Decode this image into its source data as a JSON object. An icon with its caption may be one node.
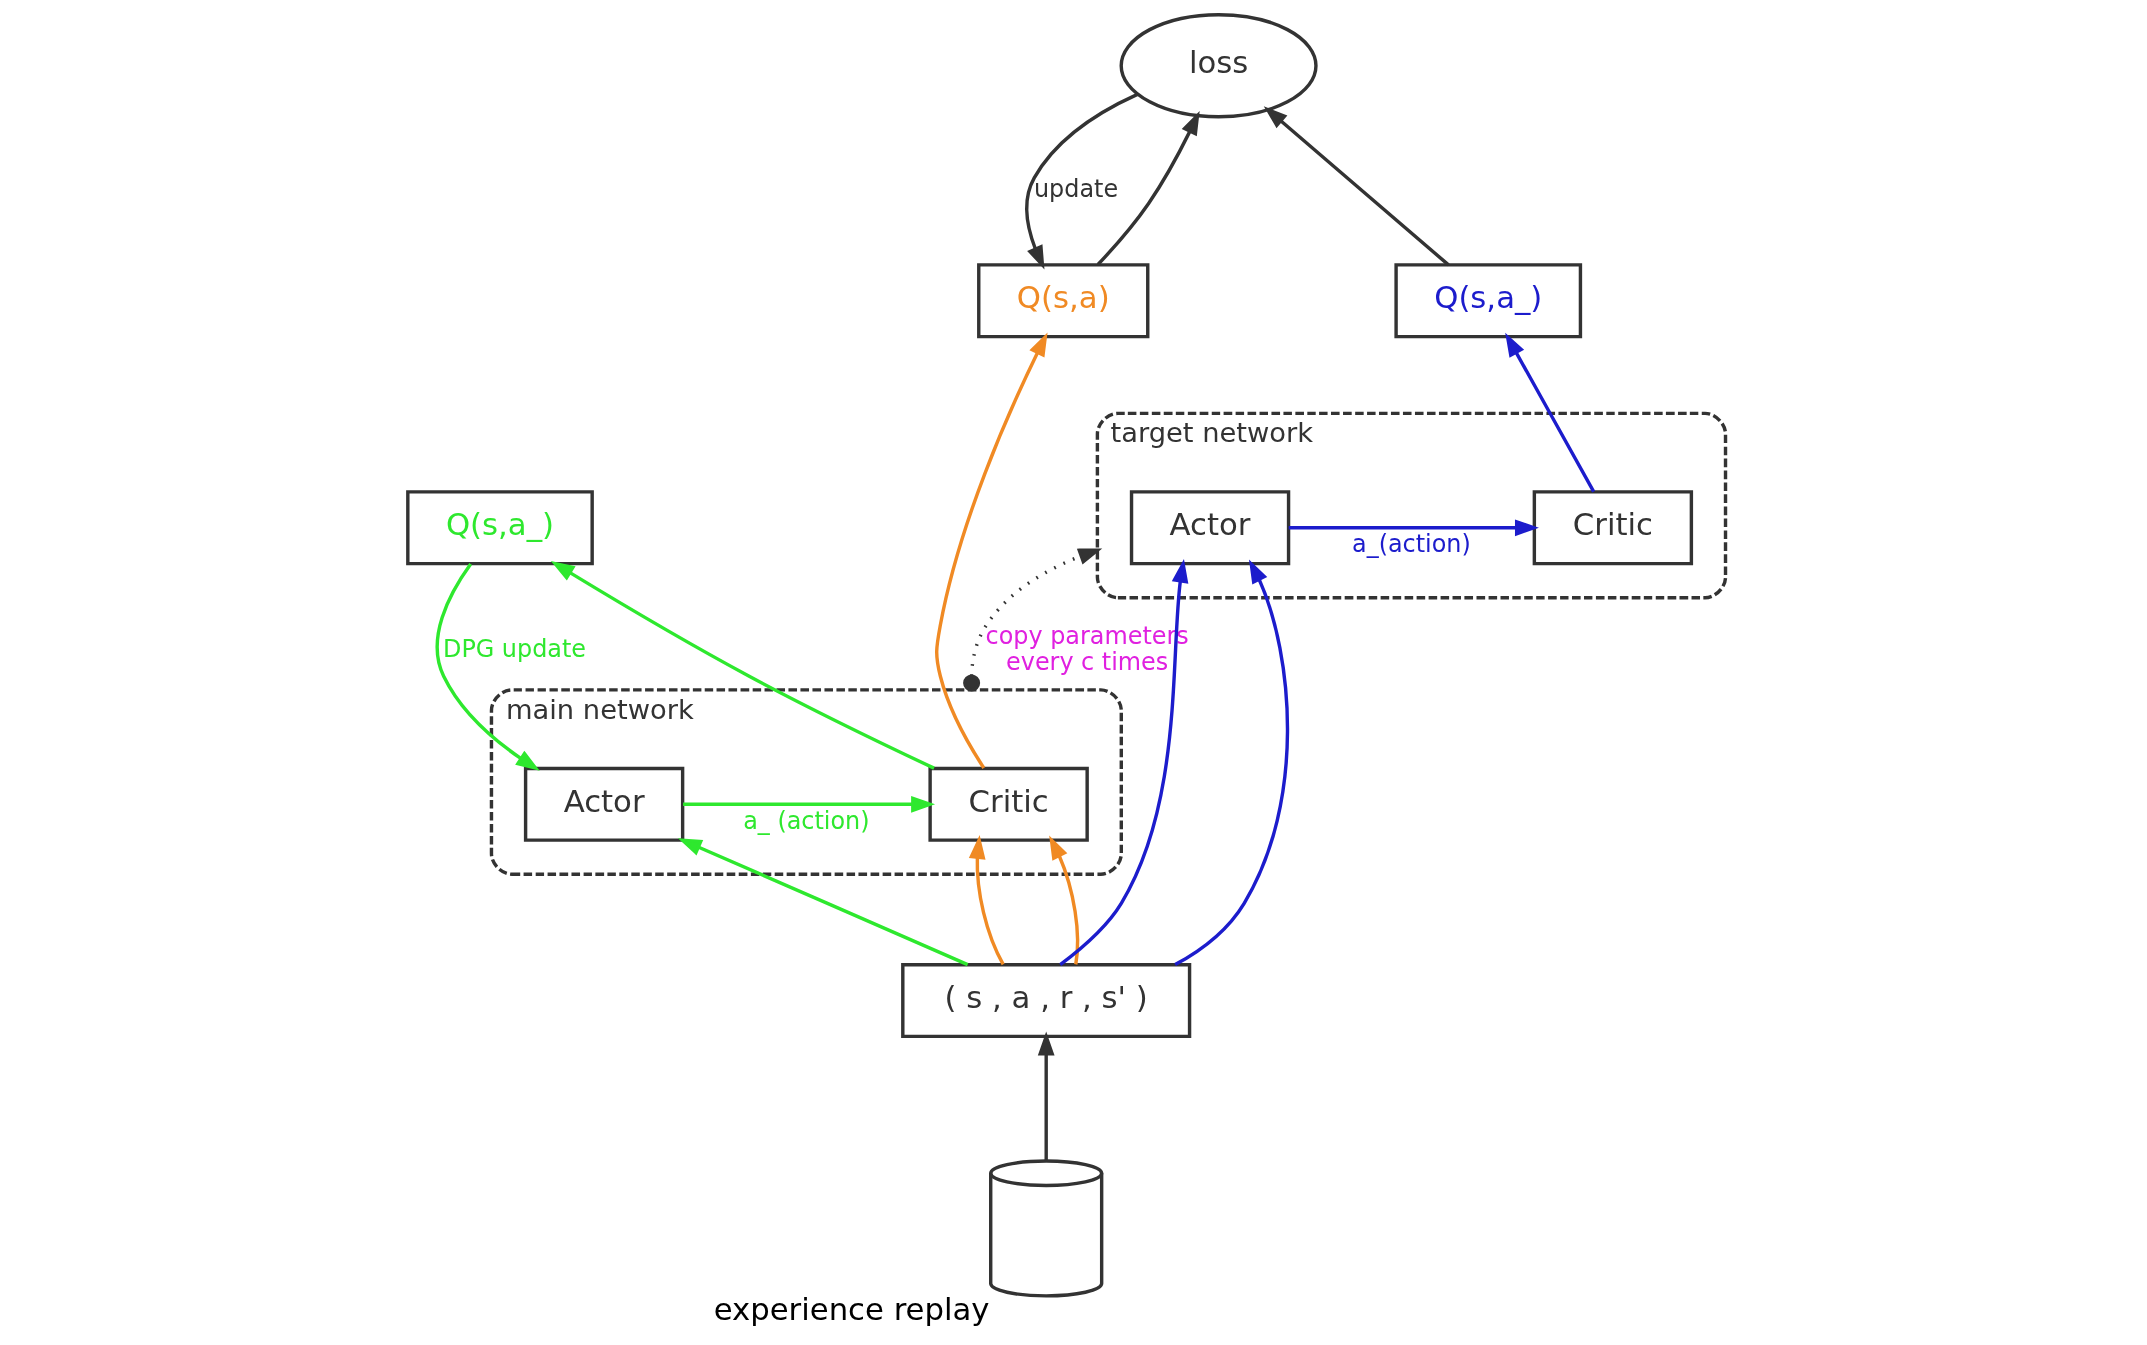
{
  "diagram": {
    "nodes": [
      {
        "text": [
          "Q(s,a)"
        ]
      },
      {
        "text": [
          "loss"
        ]
      },
      {
        "text": [
          "Q(s,a_)"
        ]
      },
      {
        "text": [
          "main network"
        ]
      },
      {
        "text": [
          "Actor"
        ],
        "in": 3
      },
      {
        "text": [
          "Critic"
        ],
        "in": 3
      },
      {
        "text": [
          "target network"
        ]
      },
      {
        "text": [
          "Actor"
        ],
        "in": 6
      },
      {
        "text": [
          "Critic"
        ],
        "in": 6
      },
      {
        "text": [
          "Q(s,a_)"
        ]
      },
      {
        "text": [
          "( s , a , r , s' )"
        ]
      },
      {
        "text": [],
        "shape": "cylinder",
        "beside": [
          "experience replay"
        ]
      }
    ],
    "edges": [
      {
        "from": 0,
        "to": 1,
        "arrow": "to"
      },
      {
        "from": 2,
        "to": 1,
        "arrow": "to"
      },
      {
        "from": 1,
        "to": 0,
        "arrow": "to",
        "label": "update"
      },
      {
        "from": 5,
        "to": 0,
        "arrow": "to",
        "color": "#f08a24"
      },
      {
        "from": 8,
        "to": 2,
        "arrow": "to",
        "color": "#1c1ccc"
      },
      {
        "from": 4,
        "to": 5,
        "arrow": "to",
        "label": "a_ (action)",
        "color": "#2ee82e"
      },
      {
        "from": 7,
        "to": 8,
        "arrow": "to",
        "label": "a_(action)",
        "color": "#1c1ccc"
      },
      {
        "from": 3,
        "to": 6,
        "arrow": "to",
        "label": "copy parameters every c times",
        "style": "dashed"
      },
      {
        "from": 5,
        "to": 9,
        "arrow": "to",
        "color": "#2ee82e"
      },
      {
        "from": 9,
        "to": 4,
        "arrow": "to",
        "label": "DPG update",
        "color": "#2ee82e"
      },
      {
        "from": 10,
        "to": 5,
        "arrow": "to",
        "color": "#f08a24"
      },
      {
        "from": 10,
        "to": 5,
        "arrow": "to",
        "color": "#f08a24"
      },
      {
        "from": 10,
        "to": 7,
        "arrow": "to",
        "color": "#1c1ccc"
      },
      {
        "from": 10,
        "to": 7,
        "arrow": "to",
        "color": "#1c1ccc"
      },
      {
        "from": 10,
        "to": 4,
        "arrow": "to",
        "color": "#2ee82e"
      },
      {
        "from": 11,
        "to": 10,
        "arrow": "to"
      }
    ]
  }
}
